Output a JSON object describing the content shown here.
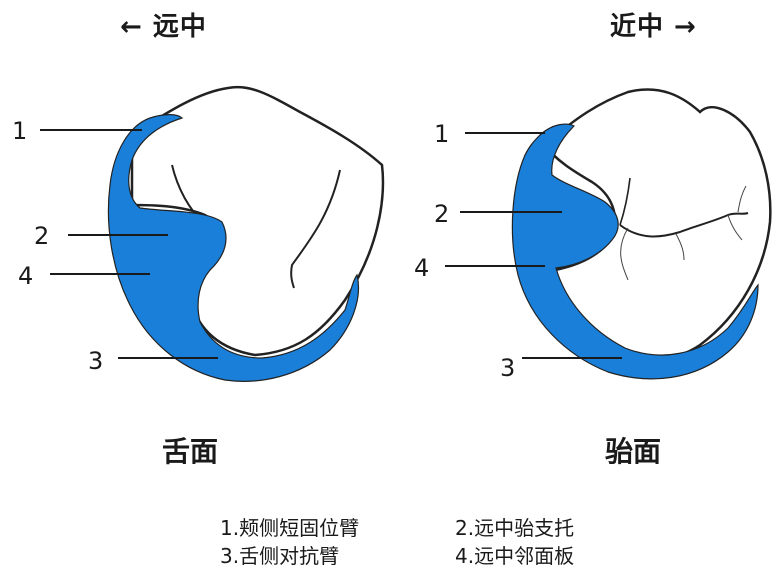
{
  "direction": {
    "left": "← 远中",
    "right": "近中 →"
  },
  "views": [
    {
      "caption": "舌面",
      "callouts": [
        "1",
        "2",
        "4",
        "3"
      ]
    },
    {
      "caption": "骀面",
      "callouts": [
        "1",
        "2",
        "4",
        "3"
      ]
    }
  ],
  "legend": [
    "1.颊侧短固位臂",
    "2.远中骀支托",
    "3.舌侧对抗臂",
    "4.远中邻面板"
  ],
  "colors": {
    "clasp": "#1a7fd9",
    "outline": "#222222",
    "background": "#ffffff"
  }
}
